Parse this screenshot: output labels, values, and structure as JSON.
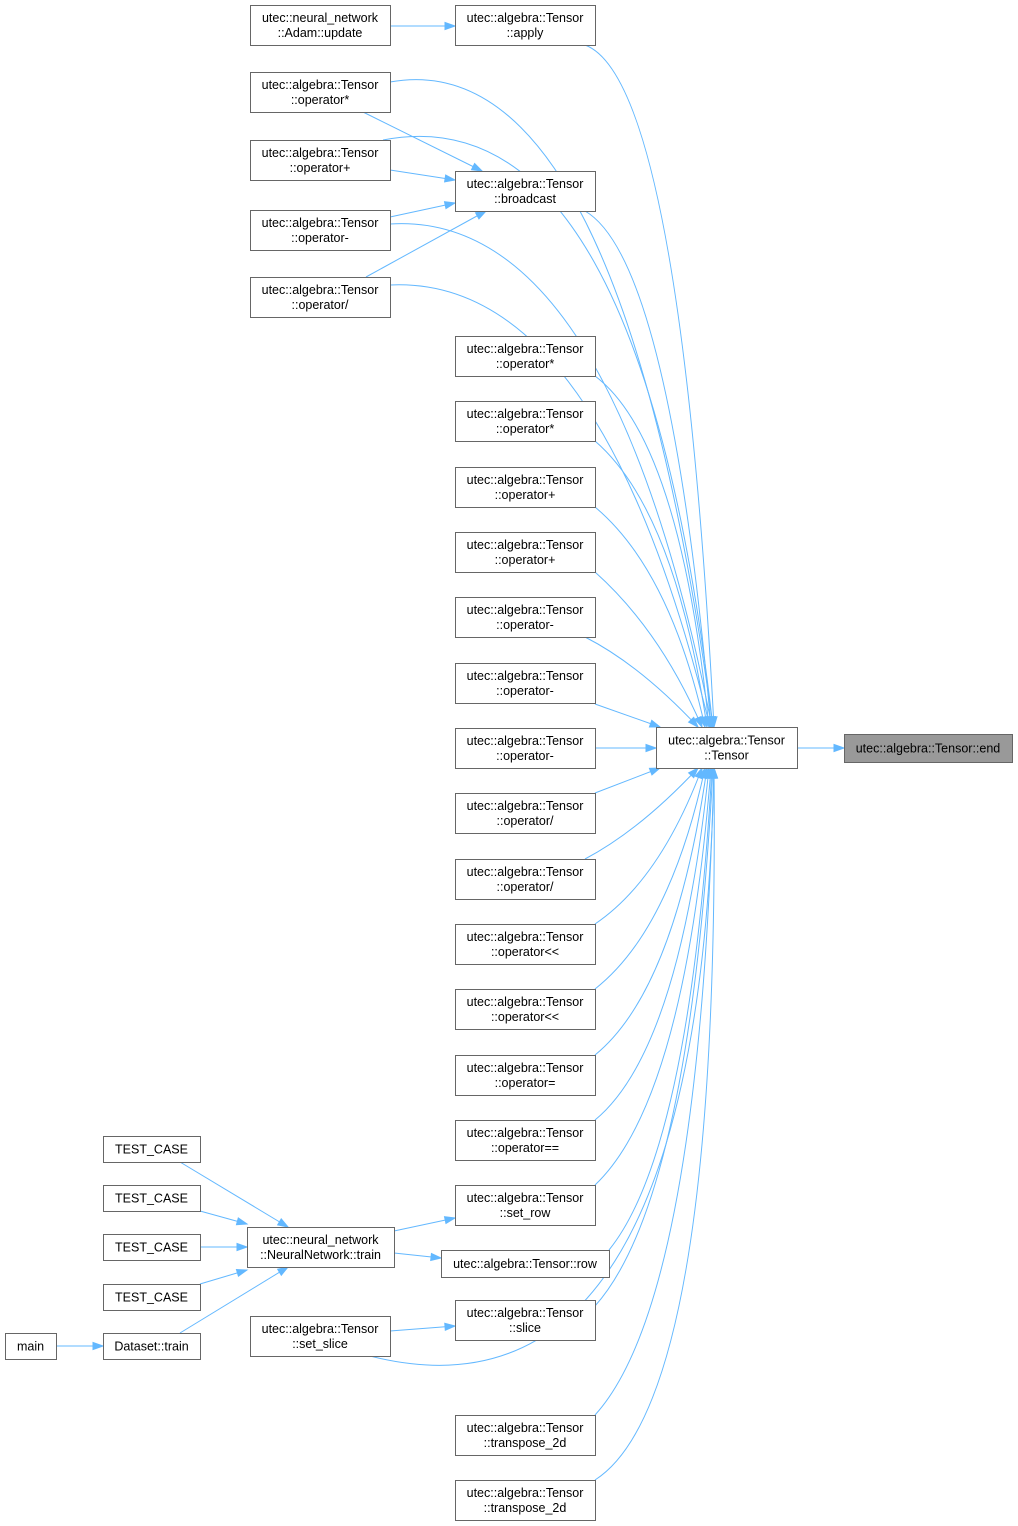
{
  "graph": {
    "edge_color": "#63b8ff",
    "focus_fill": "#999999",
    "nodes": {
      "end": {
        "lines": [
          "utec::algebra::Tensor::end"
        ],
        "focus": true
      },
      "tensor": {
        "lines": [
          "utec::algebra::Tensor",
          "::Tensor"
        ]
      },
      "apply": {
        "lines": [
          "utec::algebra::Tensor",
          "::apply"
        ]
      },
      "adam_update": {
        "lines": [
          "utec::neural_network",
          "::Adam::update"
        ]
      },
      "left_mul": {
        "lines": [
          "utec::algebra::Tensor",
          "::operator*"
        ]
      },
      "left_add": {
        "lines": [
          "utec::algebra::Tensor",
          "::operator+"
        ]
      },
      "left_sub": {
        "lines": [
          "utec::algebra::Tensor",
          "::operator-"
        ]
      },
      "left_div": {
        "lines": [
          "utec::algebra::Tensor",
          "::operator/"
        ]
      },
      "broadcast": {
        "lines": [
          "utec::algebra::Tensor",
          "::broadcast"
        ]
      },
      "mul1": {
        "lines": [
          "utec::algebra::Tensor",
          "::operator*"
        ]
      },
      "mul2": {
        "lines": [
          "utec::algebra::Tensor",
          "::operator*"
        ]
      },
      "add1": {
        "lines": [
          "utec::algebra::Tensor",
          "::operator+"
        ]
      },
      "add2": {
        "lines": [
          "utec::algebra::Tensor",
          "::operator+"
        ]
      },
      "sub1": {
        "lines": [
          "utec::algebra::Tensor",
          "::operator-"
        ]
      },
      "sub2": {
        "lines": [
          "utec::algebra::Tensor",
          "::operator-"
        ]
      },
      "sub3": {
        "lines": [
          "utec::algebra::Tensor",
          "::operator-"
        ]
      },
      "div1": {
        "lines": [
          "utec::algebra::Tensor",
          "::operator/"
        ]
      },
      "div2": {
        "lines": [
          "utec::algebra::Tensor",
          "::operator/"
        ]
      },
      "shl1": {
        "lines": [
          "utec::algebra::Tensor",
          "::operator<<"
        ]
      },
      "shl2": {
        "lines": [
          "utec::algebra::Tensor",
          "::operator<<"
        ]
      },
      "assign": {
        "lines": [
          "utec::algebra::Tensor",
          "::operator="
        ]
      },
      "eq": {
        "lines": [
          "utec::algebra::Tensor",
          "::operator=="
        ]
      },
      "set_row": {
        "lines": [
          "utec::algebra::Tensor",
          "::set_row"
        ]
      },
      "row": {
        "lines": [
          "utec::algebra::Tensor::row"
        ]
      },
      "slice": {
        "lines": [
          "utec::algebra::Tensor",
          "::slice"
        ]
      },
      "set_slice": {
        "lines": [
          "utec::algebra::Tensor",
          "::set_slice"
        ]
      },
      "transpose1": {
        "lines": [
          "utec::algebra::Tensor",
          "::transpose_2d"
        ]
      },
      "transpose2": {
        "lines": [
          "utec::algebra::Tensor",
          "::transpose_2d"
        ]
      },
      "nn_train": {
        "lines": [
          "utec::neural_network",
          "::NeuralNetwork::train"
        ]
      },
      "test1": {
        "lines": [
          "TEST_CASE"
        ]
      },
      "test2": {
        "lines": [
          "TEST_CASE"
        ]
      },
      "test3": {
        "lines": [
          "TEST_CASE"
        ]
      },
      "test4": {
        "lines": [
          "TEST_CASE"
        ]
      },
      "dataset_train": {
        "lines": [
          "Dataset::train"
        ]
      },
      "main": {
        "lines": [
          "main"
        ]
      }
    },
    "edges": [
      [
        "tensor",
        "end"
      ],
      [
        "adam_update",
        "apply"
      ],
      [
        "apply",
        "tensor"
      ],
      [
        "left_mul",
        "broadcast"
      ],
      [
        "left_add",
        "broadcast"
      ],
      [
        "left_sub",
        "broadcast"
      ],
      [
        "left_div",
        "broadcast"
      ],
      [
        "left_mul",
        "tensor"
      ],
      [
        "left_add",
        "tensor"
      ],
      [
        "left_sub",
        "tensor"
      ],
      [
        "left_div",
        "tensor"
      ],
      [
        "broadcast",
        "tensor"
      ],
      [
        "mul1",
        "tensor"
      ],
      [
        "mul2",
        "tensor"
      ],
      [
        "add1",
        "tensor"
      ],
      [
        "add2",
        "tensor"
      ],
      [
        "sub1",
        "tensor"
      ],
      [
        "sub2",
        "tensor"
      ],
      [
        "sub3",
        "tensor"
      ],
      [
        "div1",
        "tensor"
      ],
      [
        "div2",
        "tensor"
      ],
      [
        "shl1",
        "tensor"
      ],
      [
        "shl2",
        "tensor"
      ],
      [
        "assign",
        "tensor"
      ],
      [
        "eq",
        "tensor"
      ],
      [
        "set_row",
        "tensor"
      ],
      [
        "row",
        "tensor"
      ],
      [
        "slice",
        "tensor"
      ],
      [
        "set_slice",
        "tensor"
      ],
      [
        "transpose1",
        "tensor"
      ],
      [
        "transpose2",
        "tensor"
      ],
      [
        "nn_train",
        "set_row"
      ],
      [
        "nn_train",
        "row"
      ],
      [
        "set_slice",
        "slice"
      ],
      [
        "test1",
        "nn_train"
      ],
      [
        "test2",
        "nn_train"
      ],
      [
        "test3",
        "nn_train"
      ],
      [
        "test4",
        "nn_train"
      ],
      [
        "dataset_train",
        "nn_train"
      ],
      [
        "main",
        "dataset_train"
      ]
    ]
  }
}
